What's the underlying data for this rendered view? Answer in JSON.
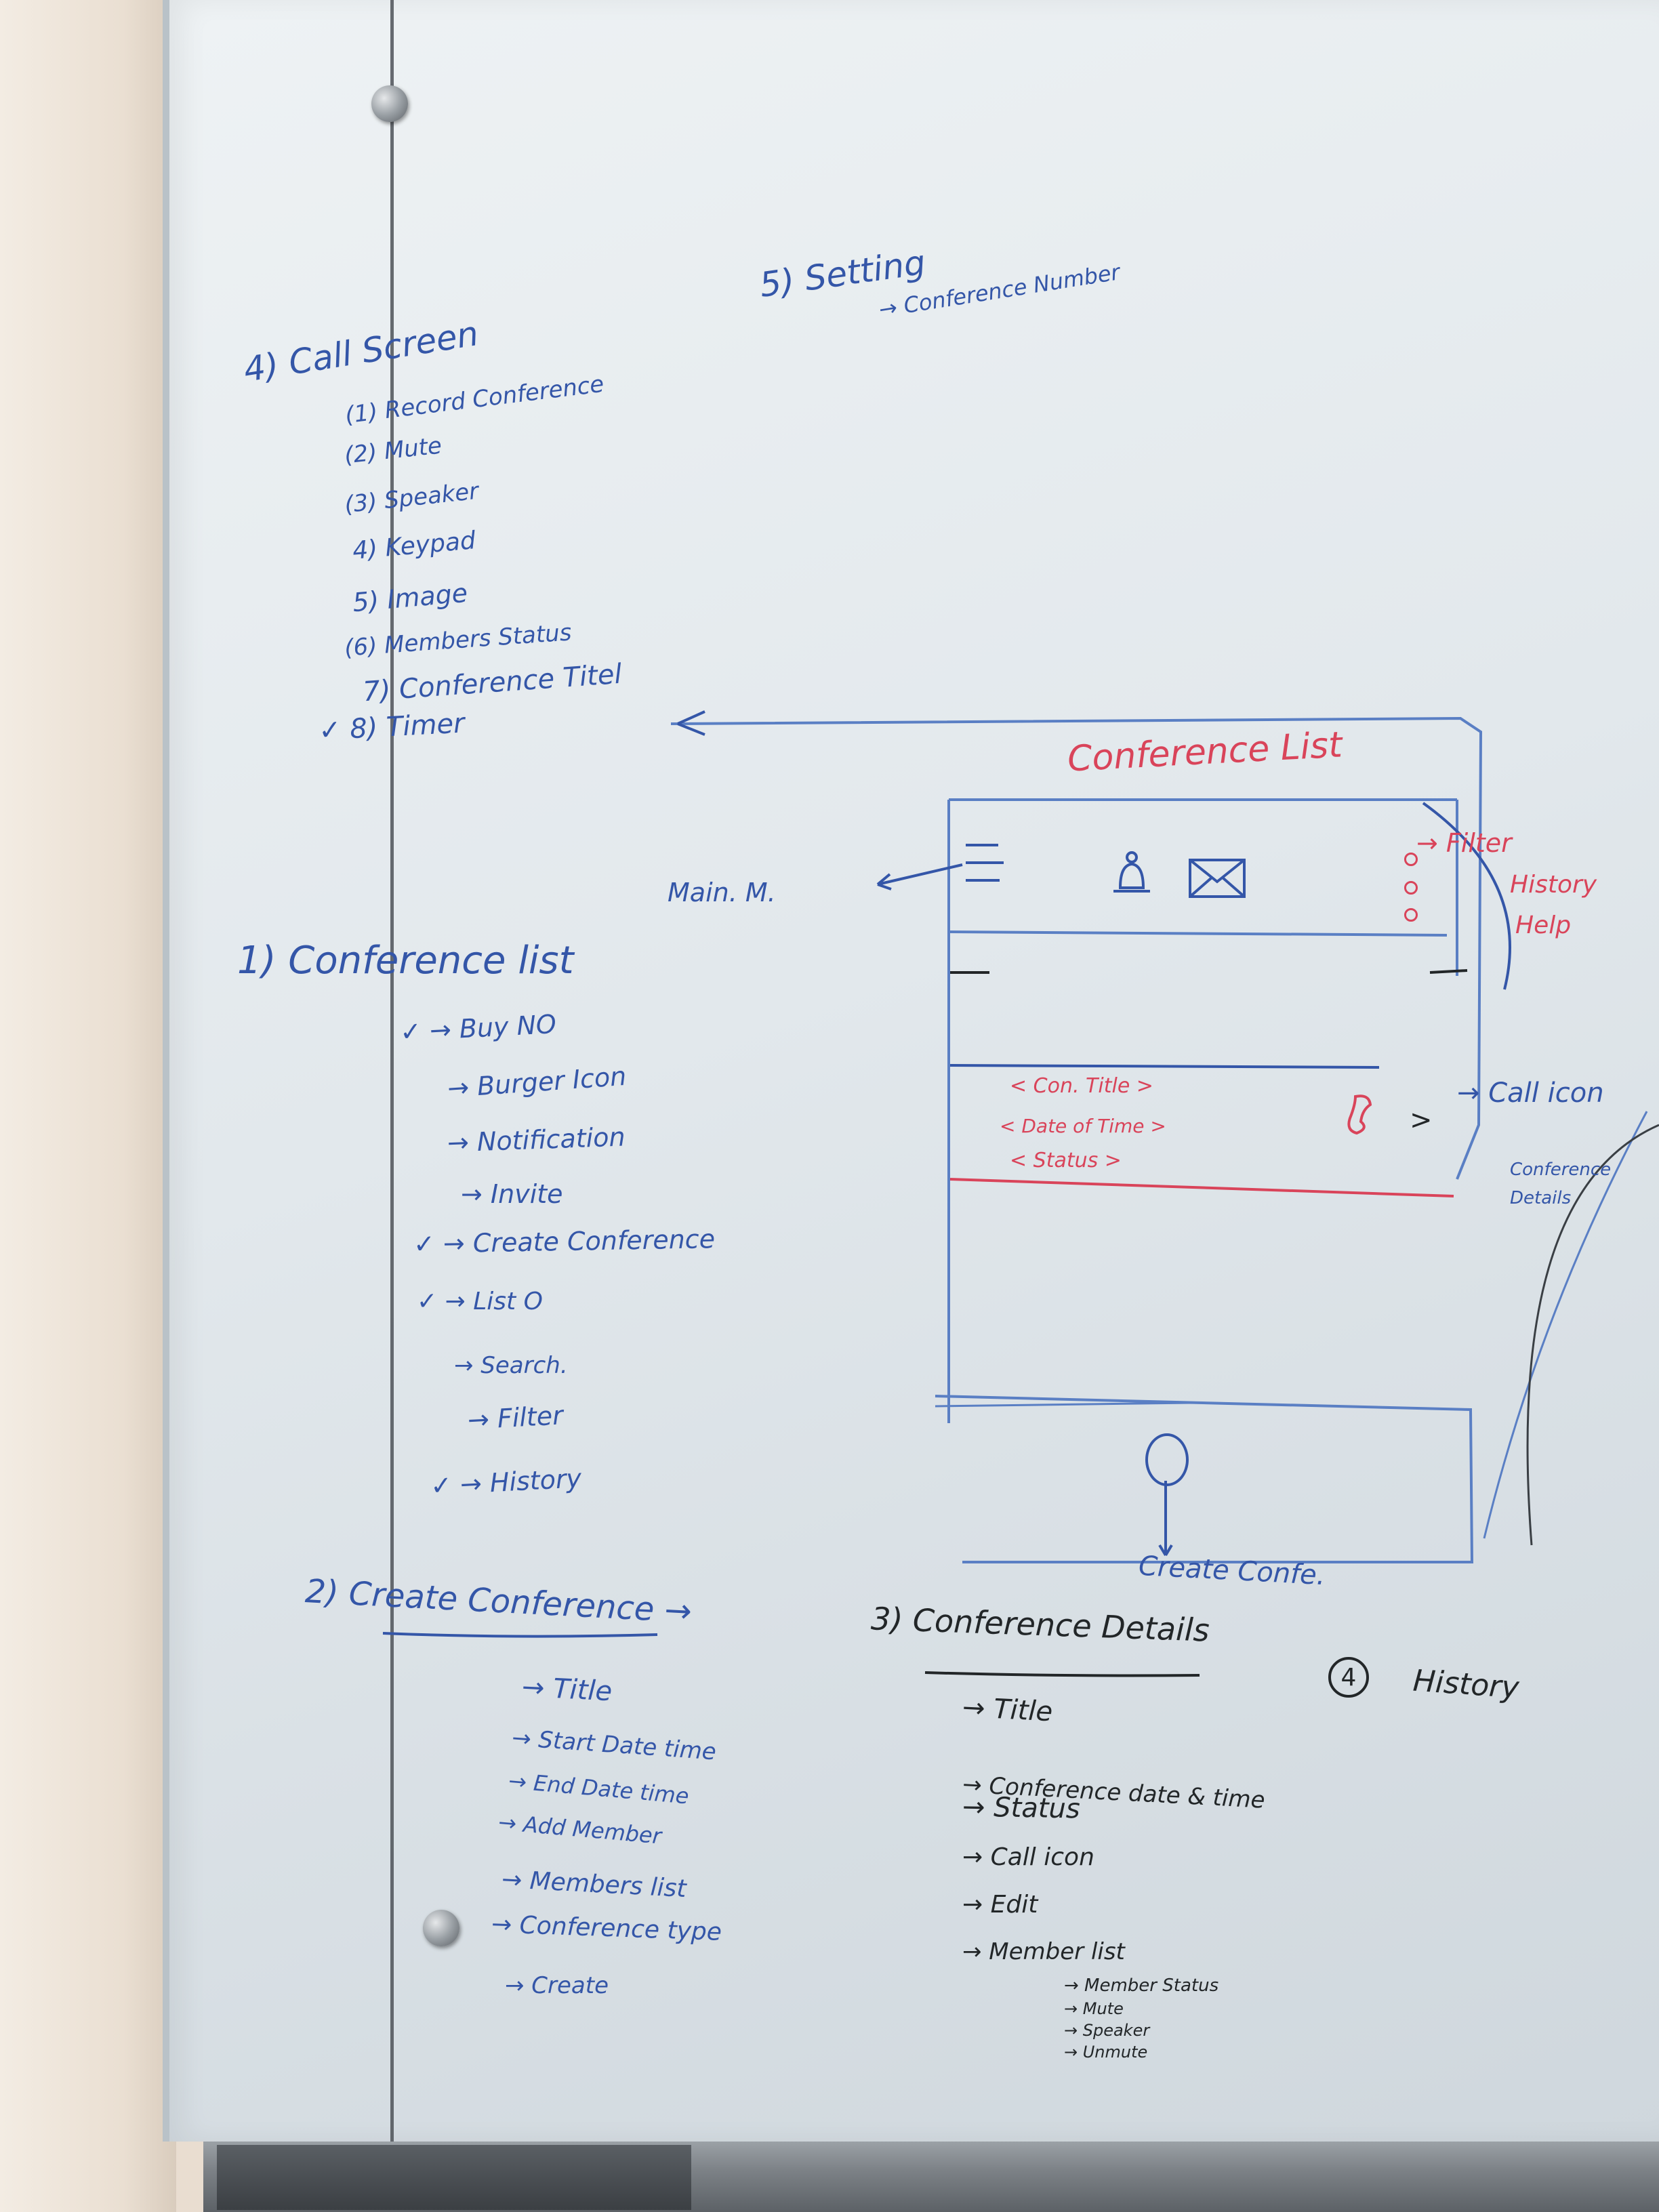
{
  "setting": {
    "heading": "5) Setting",
    "item": "→ Conference Number"
  },
  "call_screen": {
    "heading": "4) Call Screen",
    "items": [
      "(1) Record Conference",
      "(2) Mute",
      "(3) Speaker",
      "4) Keypad",
      "5) Image",
      "(6) Members Status",
      "7) Conference Titel",
      "✓ 8) Timer"
    ]
  },
  "conference_list": {
    "heading": "1) Conference list",
    "items": [
      "✓ → Buy NO",
      "→ Burger Icon",
      "→ Notification",
      "→ Invite",
      "✓ → Create Conference",
      "✓ → List O",
      "→ Search.",
      "→ Filter",
      "✓ → History"
    ]
  },
  "create_conference": {
    "heading": "2) Create Conference →",
    "items": [
      "→ Title",
      "→ Start Date time",
      "→ End Date time",
      "→ Add Member",
      "→ Members list",
      "→ Conference type",
      "→ Create"
    ]
  },
  "conference_details": {
    "heading": "3) Conference Details",
    "items": [
      "→ Title",
      "→ Conference date & time",
      "→ Status",
      "→ Call icon",
      "→ Edit",
      "→ Member list"
    ],
    "subitems": [
      "→ Member Status",
      "→ Mute",
      "→ Speaker",
      "→ Unmute"
    ]
  },
  "history": {
    "number": "4",
    "label": "History"
  },
  "wireframe": {
    "title": "Conference List",
    "main_menu_label": "Main. M.",
    "menu_options": [
      "→ Filter",
      "History",
      "Help"
    ],
    "card_lines": [
      "< Con. Title >",
      "< Date of Time >",
      "< Status >"
    ],
    "call_icon_label": "→ Call icon",
    "details_label": "Conference Details",
    "create_label": "Create Confe."
  },
  "colors": {
    "blue_marker": "#3456a8",
    "red_marker": "#d9445a",
    "black_marker": "#222628"
  }
}
